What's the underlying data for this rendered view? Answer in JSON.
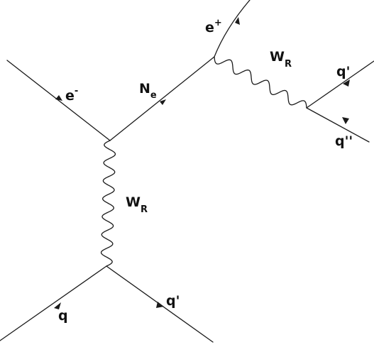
{
  "labels": {
    "electron_in": {
      "main": "e",
      "sup": "-"
    },
    "neutrino": {
      "main": "N",
      "sub": "e"
    },
    "positron": {
      "main": "e",
      "sup": "+"
    },
    "w_top": {
      "main": "W",
      "sub": "R"
    },
    "w_bottom": {
      "main": "W",
      "sub": "R"
    },
    "quark_out_top": {
      "main": "q'"
    },
    "quark_out_top2": {
      "main": "q''"
    },
    "quark_in": {
      "main": "q"
    },
    "quark_out_bottom": {
      "main": "q'"
    }
  },
  "colors": {
    "line": "#1a1a1a",
    "background": "#ffffff"
  }
}
